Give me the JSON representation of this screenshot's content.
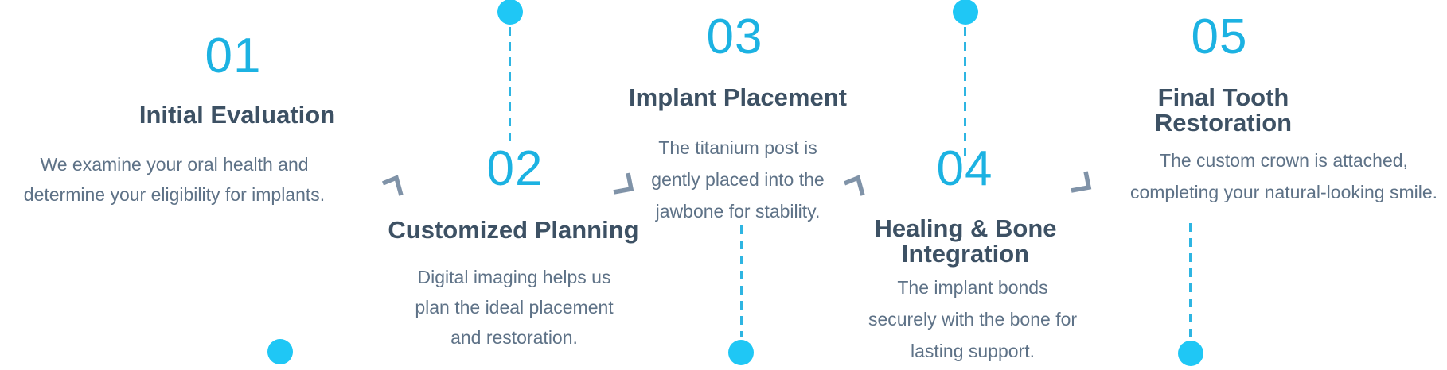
{
  "colors": {
    "dot_cyan": "#1fc7f5",
    "dash_cyan": "#2eb5e2",
    "number_blue": "#1cb2e2",
    "title_slate": "#3d5164",
    "body_slate": "#5e7287",
    "chevron_gray": "#8093a8",
    "background": "#ffffff"
  },
  "steps": [
    {
      "number": "01",
      "title_lines": [
        "Initial Evaluation"
      ],
      "body_lines": [
        "We examine your oral health and",
        "determine your eligibility for implants."
      ],
      "dot_position": "bottom"
    },
    {
      "number": "02",
      "title_lines": [
        "Customized Planning"
      ],
      "body_lines": [
        "Digital imaging helps us",
        "plan the ideal placement",
        "and restoration."
      ],
      "dot_position": "top"
    },
    {
      "number": "03",
      "title_lines": [
        "Implant Placement"
      ],
      "body_lines": [
        "The titanium post is",
        "gently placed into the",
        "jawbone for stability."
      ],
      "dot_position": "bottom"
    },
    {
      "number": "04",
      "title_lines": [
        "Healing & Bone",
        "Integration"
      ],
      "body_lines": [
        "The implant bonds",
        "securely with the bone for",
        "lasting support."
      ],
      "dot_position": "top"
    },
    {
      "number": "05",
      "title_lines": [
        "Final Tooth",
        "Restoration"
      ],
      "body_lines": [
        "The custom crown is attached,",
        "completing your natural-looking smile."
      ],
      "dot_position": "bottom"
    }
  ]
}
